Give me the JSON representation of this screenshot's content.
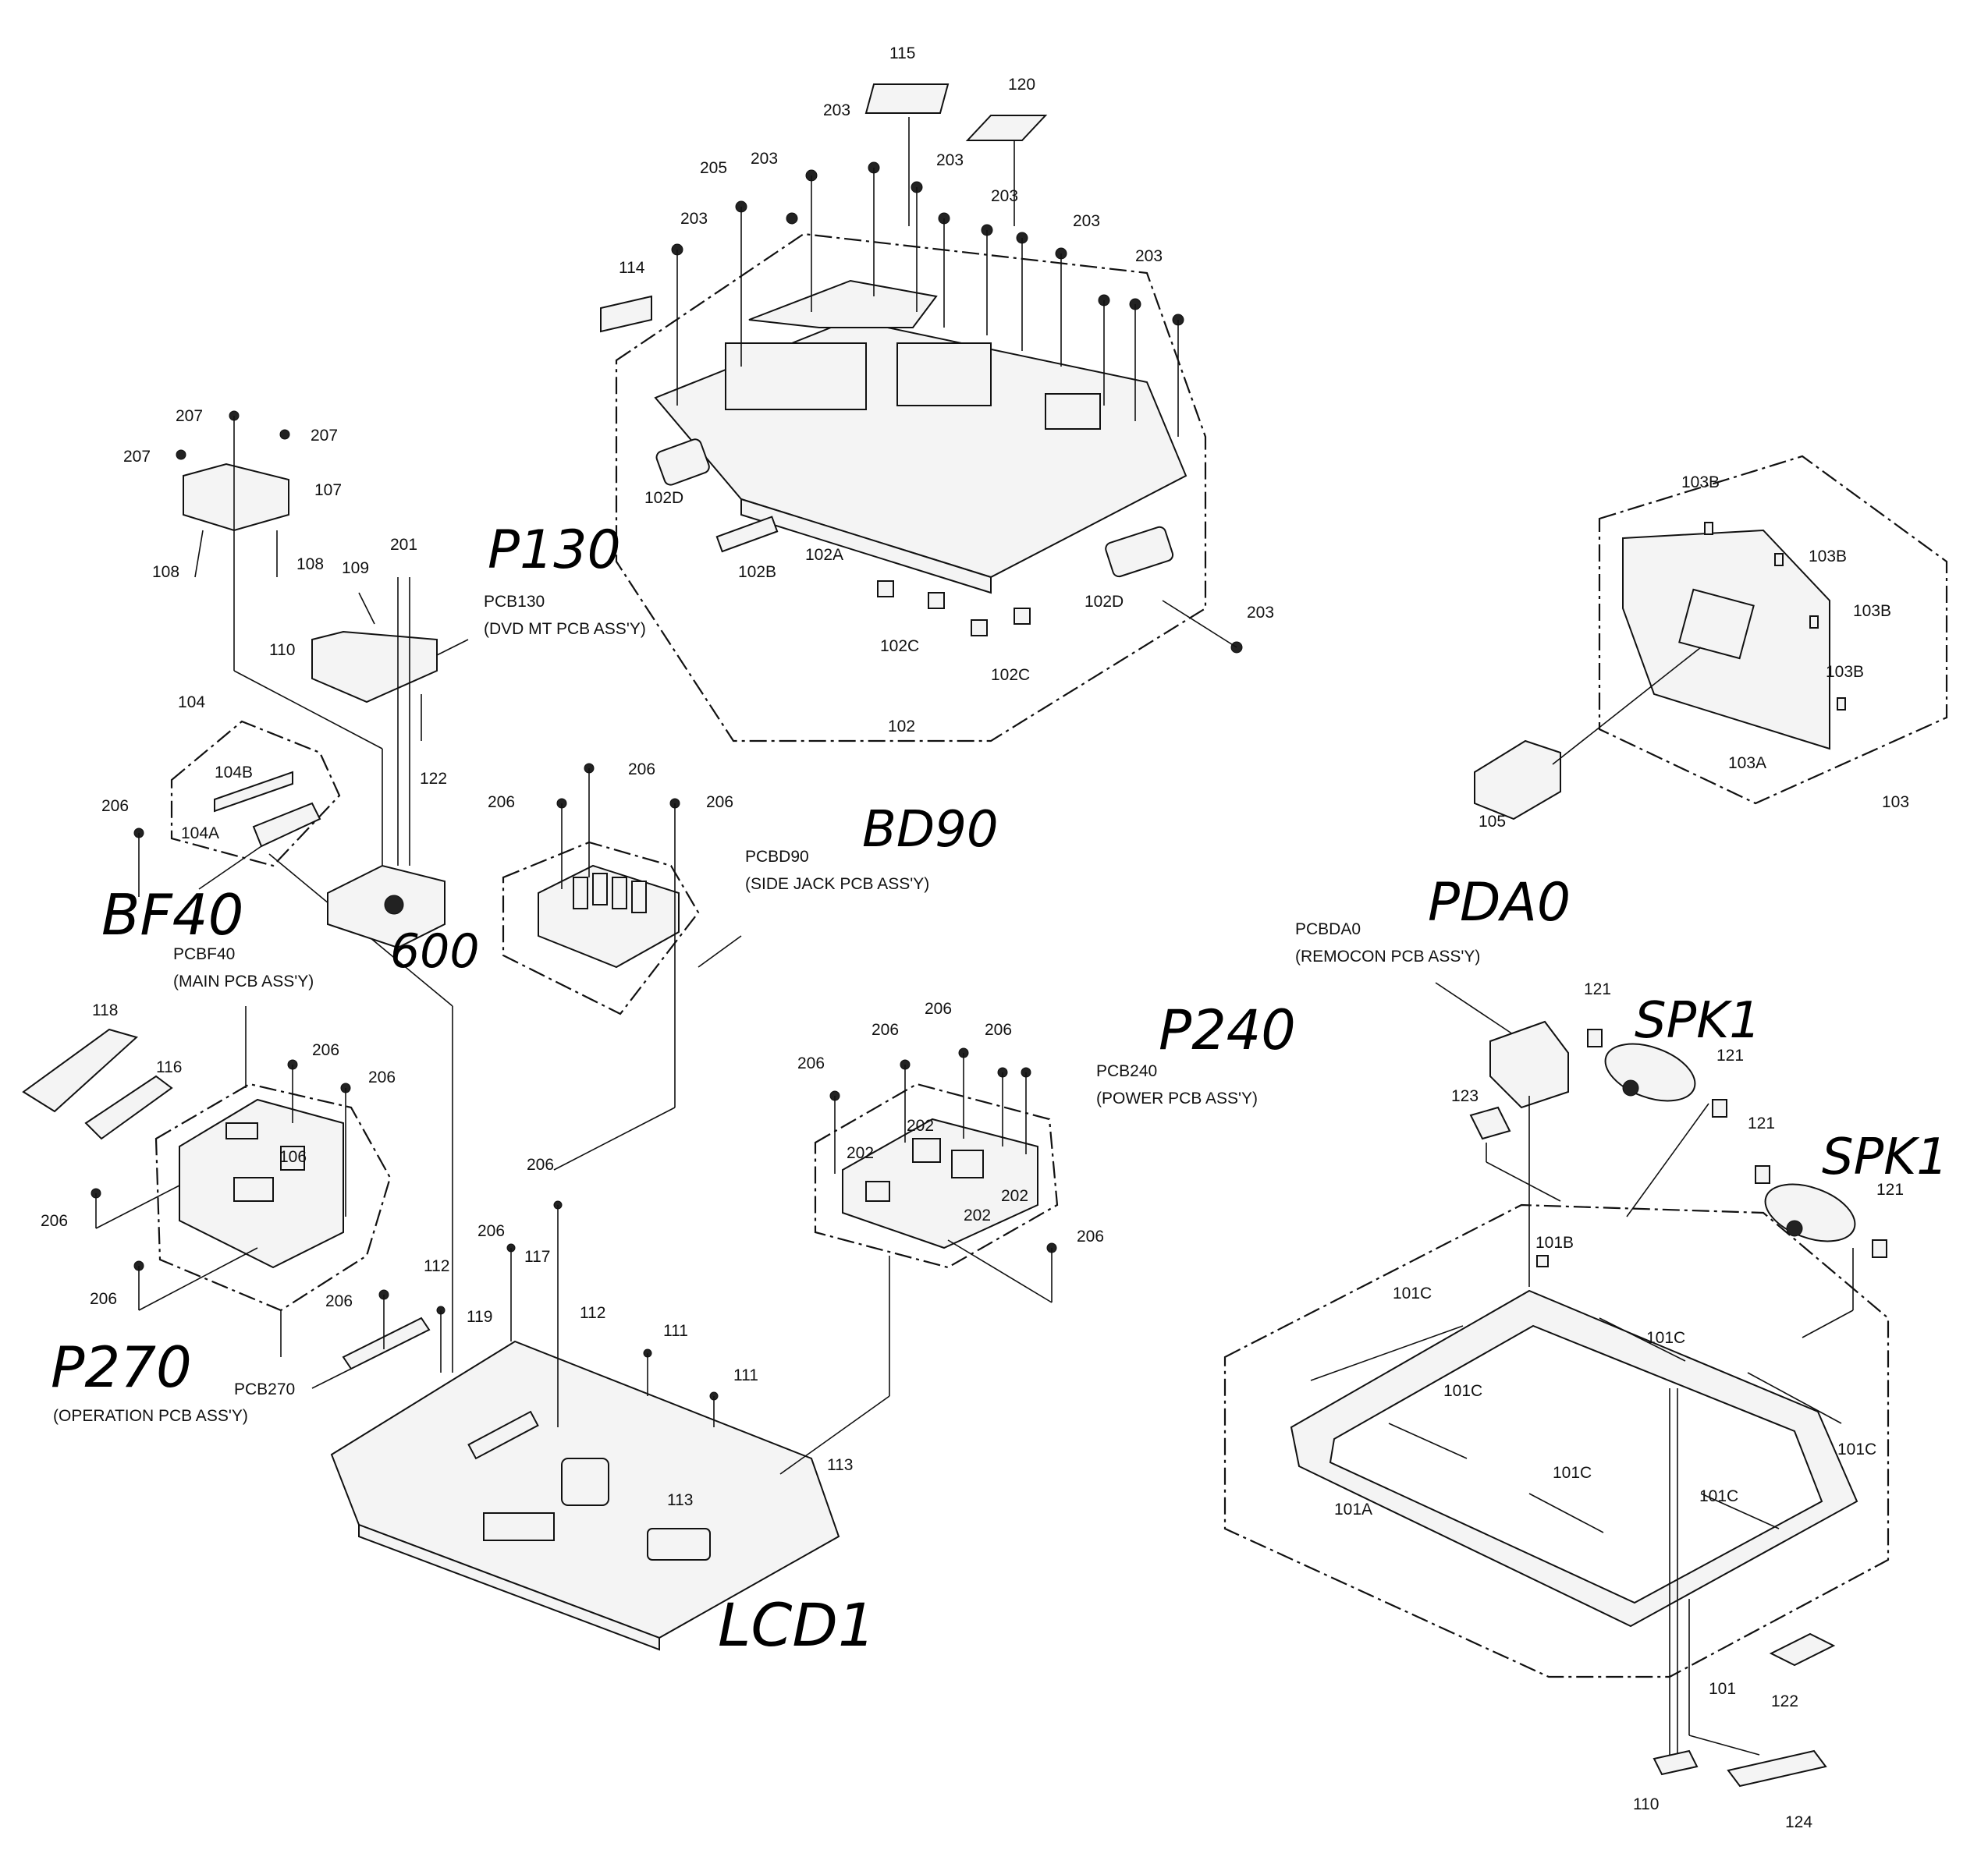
{
  "labels": {
    "n115": "115",
    "n120": "120",
    "n203": "203",
    "n205": "205",
    "n114": "114",
    "n102D": "102D",
    "n102B": "102B",
    "n102A": "102A",
    "n102C": "102C",
    "n102": "102",
    "n207": "207",
    "n107": "107",
    "n108": "108",
    "n109": "109",
    "n201": "201",
    "n110": "110",
    "n122": "122",
    "n104": "104",
    "n104B": "104B",
    "n104A": "104A",
    "n206": "206",
    "n103B": "103B",
    "n103A": "103A",
    "n103": "103",
    "n105": "105",
    "n118": "118",
    "n116": "116",
    "n106": "106",
    "n112": "112",
    "n117": "117",
    "n119": "119",
    "n111": "111",
    "n113": "113",
    "n202": "202",
    "n121": "121",
    "n123": "123",
    "n101B": "101B",
    "n101C": "101C",
    "n101A": "101A",
    "n101": "101",
    "n124": "124"
  },
  "pcb": {
    "pcb130_code": "PCB130",
    "pcb130_name": "(DVD MT PCB ASS'Y)",
    "pcbd90_code": "PCBD90",
    "pcbd90_name": "(SIDE JACK PCB ASS'Y)",
    "pcbf40_code": "PCBF40",
    "pcbf40_name": "(MAIN PCB ASS'Y)",
    "pcb240_code": "PCB240",
    "pcb240_name": "(POWER PCB ASS'Y)",
    "pcbda0_code": "PCBDA0",
    "pcbda0_name": "(REMOCON PCB ASS'Y)",
    "pcb270_code": "PCB270",
    "pcb270_name": "(OPERATION PCB ASS'Y)"
  },
  "handwritten": {
    "p130": "P130",
    "bd90": "BD90",
    "bf40": "BF40",
    "x600": "600",
    "p240": "P240",
    "pda0": "PDA0",
    "spk1a": "SPK1",
    "spk1b": "SPK1",
    "p270": "P270",
    "lcd1": "LCD1"
  }
}
